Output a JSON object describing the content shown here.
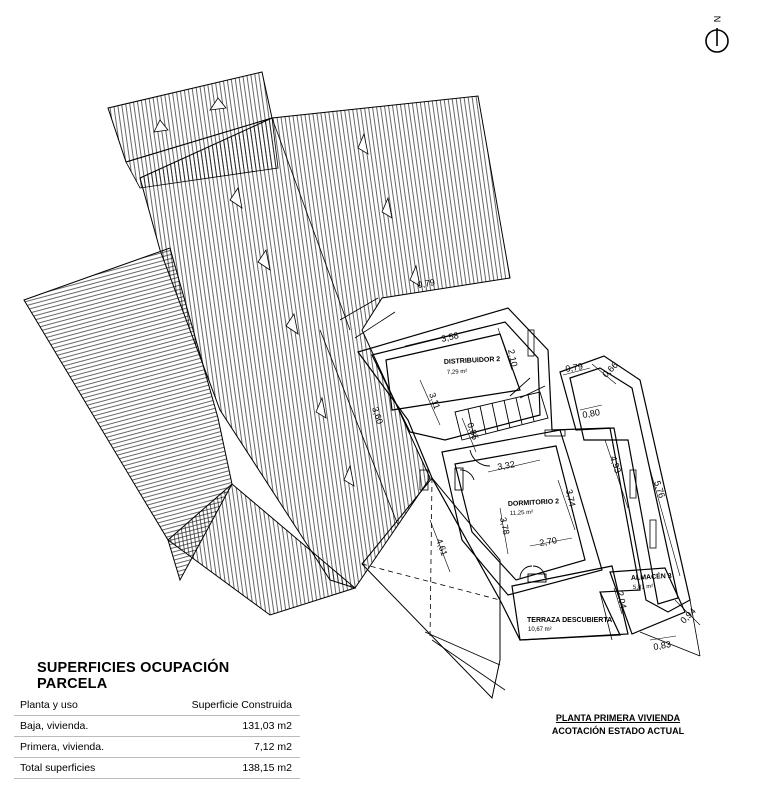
{
  "north_label": "N",
  "rooms": {
    "distribuidor": {
      "name": "DISTRIBUIDOR 2",
      "area": "7,29 m²"
    },
    "dormitorio": {
      "name": "DORMITORIO 2",
      "area": "11,25 m²"
    },
    "almacen": {
      "name": "ALMACÉN 3",
      "area": "5,81 m²"
    },
    "terraza": {
      "name": "TERRAZA DESCUBIERTA",
      "area": "10,67 m²"
    }
  },
  "dimensions": {
    "d_358": "3,58",
    "d_210": "2,10",
    "d_311": "3,11",
    "d_079": "0,79",
    "d_066": "0,66",
    "d_080": "0,80",
    "d_085": "0,85",
    "d_332": "3,32",
    "d_374": "3,74",
    "d_493": "4,93",
    "d_576": "5,76",
    "d_378": "3,78",
    "d_270": "2,70",
    "d_461": "4,61",
    "d_204": "2,04",
    "d_094": "0,94",
    "d_083": "0,83",
    "d_079b": "0,79",
    "d_360": "3,60"
  },
  "superficies": {
    "title": "SUPERFICIES OCUPACIÓN PARCELA",
    "header": {
      "uso": "Planta y uso",
      "sup": "Superficie Construida"
    },
    "rows": [
      {
        "uso": "Baja, vivienda.",
        "sup": "131,03 m2"
      },
      {
        "uso": "Primera, vivienda.",
        "sup": "7,12 m2"
      },
      {
        "uso": "Total superficies",
        "sup": "138,15 m2"
      }
    ]
  },
  "caption": {
    "line1": "PLANTA PRIMERA VIVIENDA",
    "line2": "ACOTACIÓN ESTADO ACTUAL"
  }
}
